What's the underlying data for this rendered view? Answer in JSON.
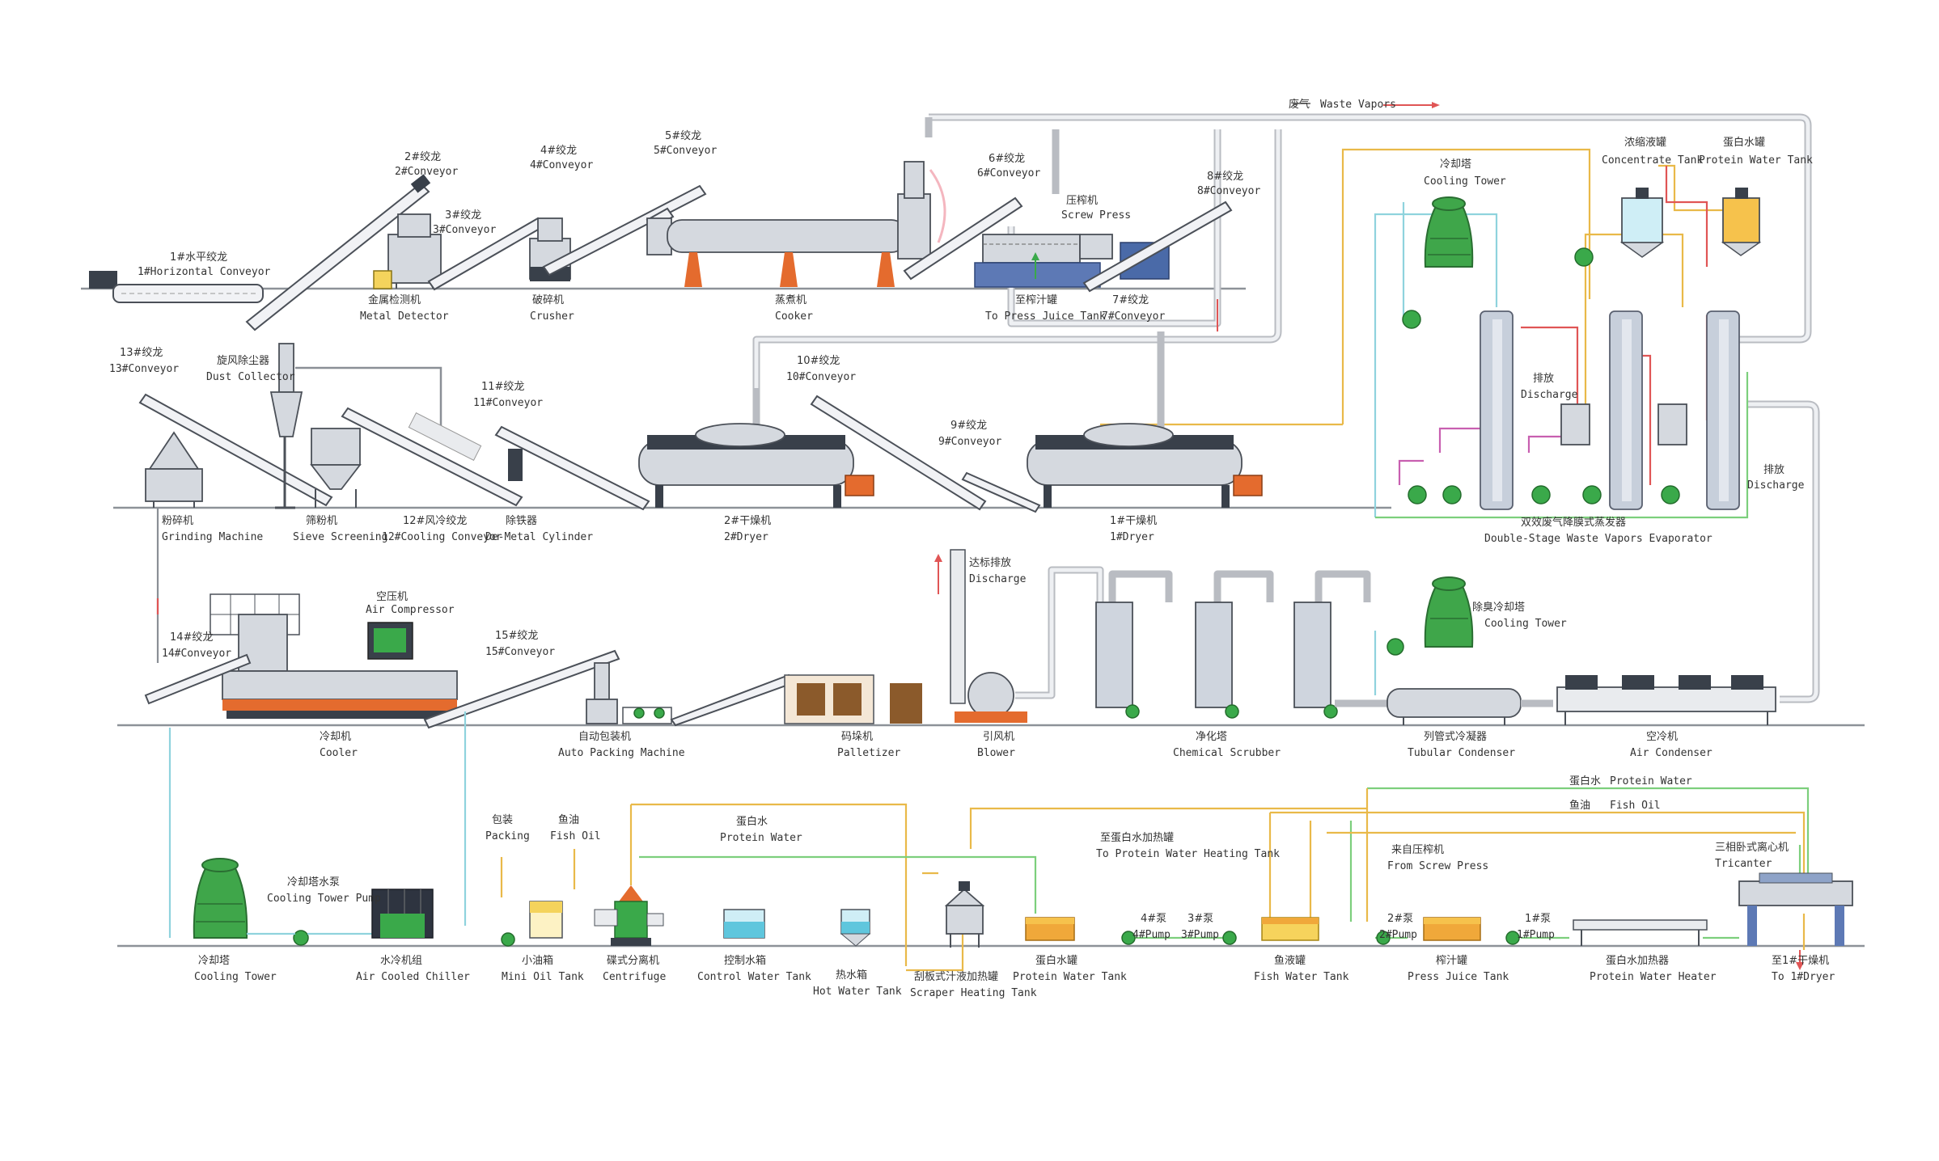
{
  "header": {
    "waste_vapors_cn": "废气",
    "waste_vapors_en": "Waste Vapors"
  },
  "row1": {
    "horizontal_conveyor": {
      "cn": "1#水平绞龙",
      "en": "1#Horizontal Conveyor"
    },
    "conveyor2": {
      "cn": "2#绞龙",
      "en": "2#Conveyor"
    },
    "conveyor3": {
      "cn": "3#绞龙",
      "en": "3#Conveyor"
    },
    "conveyor4": {
      "cn": "4#绞龙",
      "en": "4#Conveyor"
    },
    "conveyor5": {
      "cn": "5#绞龙",
      "en": "5#Conveyor"
    },
    "conveyor6": {
      "cn": "6#绞龙",
      "en": "6#Conveyor"
    },
    "screw_press": {
      "cn": "压榨机",
      "en": "Screw Press"
    },
    "conveyor8": {
      "cn": "8#绞龙",
      "en": "8#Conveyor"
    },
    "metal_detector": {
      "cn": "金属检测机",
      "en": "Metal Detector"
    },
    "crusher": {
      "cn": "破碎机",
      "en": "Crusher"
    },
    "cooker": {
      "cn": "蒸煮机",
      "en": "Cooker"
    },
    "to_press_juice_tank": {
      "cn": "至榨汁罐",
      "en": "To Press Juice Tank"
    },
    "conveyor7": {
      "cn": "7#绞龙",
      "en": "7#Conveyor"
    }
  },
  "evaporator": {
    "cooling_tower": {
      "cn": "冷却塔",
      "en": "Cooling Tower"
    },
    "concentrate_tank": {
      "cn": "浓缩液罐",
      "en": "Concentrate Tank"
    },
    "protein_water_tank": {
      "cn": "蛋白水罐",
      "en": "Protein Water Tank"
    },
    "discharge1": {
      "cn": "排放",
      "en": "Discharge"
    },
    "discharge2": {
      "cn": "排放",
      "en": "Discharge"
    },
    "evaporator": {
      "cn": "双效废气降膜式蒸发器",
      "en": "Double-Stage Waste Vapors Evaporator"
    }
  },
  "row2": {
    "conveyor13": {
      "cn": "13#绞龙",
      "en": "13#Conveyor"
    },
    "dust_collector": {
      "cn": "旋风除尘器",
      "en": "Dust Collector"
    },
    "conveyor11": {
      "cn": "11#绞龙",
      "en": "11#Conveyor"
    },
    "conveyor10": {
      "cn": "10#绞龙",
      "en": "10#Conveyor"
    },
    "conveyor9": {
      "cn": "9#绞龙",
      "en": "9#Conveyor"
    },
    "grinding_machine": {
      "cn": "粉碎机",
      "en": "Grinding Machine"
    },
    "sieve_screening": {
      "cn": "筛粉机",
      "en": "Sieve Screening"
    },
    "cooling_conveyor12": {
      "cn": "12#风冷绞龙",
      "en": "12#Cooling Conveyor"
    },
    "demetal_cylinder": {
      "cn": "除铁器",
      "en": "De-Metal Cylinder"
    },
    "dryer2": {
      "cn": "2#干燥机",
      "en": "2#Dryer"
    },
    "dryer1": {
      "cn": "1#干燥机",
      "en": "1#Dryer"
    }
  },
  "row3": {
    "conveyor14": {
      "cn": "14#绞龙",
      "en": "14#Conveyor"
    },
    "air_compressor": {
      "cn": "空压机",
      "en": "Air Compressor"
    },
    "conveyor15": {
      "cn": "15#绞龙",
      "en": "15#Conveyor"
    },
    "discharge": {
      "cn": "达标排放",
      "en": "Discharge"
    },
    "cooling_tower": {
      "cn": "除臭冷却塔",
      "en": "Cooling Tower"
    },
    "cooler": {
      "cn": "冷却机",
      "en": "Cooler"
    },
    "auto_packing": {
      "cn": "自动包装机",
      "en": "Auto Packing Machine"
    },
    "palletizer": {
      "cn": "码垛机",
      "en": "Palletizer"
    },
    "blower": {
      "cn": "引风机",
      "en": "Blower"
    },
    "chemical_scrubber": {
      "cn": "净化塔",
      "en": "Chemical Scrubber"
    },
    "tubular_condenser": {
      "cn": "列管式冷凝器",
      "en": "Tubular Condenser"
    },
    "air_condenser": {
      "cn": "空冷机",
      "en": "Air Condenser"
    }
  },
  "row4": {
    "protein_water_top": {
      "cn": "蛋白水",
      "en": "Protein Water"
    },
    "fish_oil_top": {
      "cn": "鱼油",
      "en": "Fish Oil"
    },
    "packing": {
      "cn": "包装",
      "en": "Packing"
    },
    "fish_oil": {
      "cn": "鱼油",
      "en": "Fish Oil"
    },
    "protein_water": {
      "cn": "蛋白水",
      "en": "Protein Water"
    },
    "to_protein_water_heating_tank": {
      "cn": "至蛋白水加热罐",
      "en": "To Protein Water Heating Tank"
    },
    "from_screw_press": {
      "cn": "来自压榨机",
      "en": "From Screw Press"
    },
    "tricanter": {
      "cn": "三相卧式离心机",
      "en": "Tricanter"
    },
    "cooling_tower_pump": {
      "cn": "冷却塔水泵",
      "en": "Cooling Tower Pump"
    },
    "pump4": {
      "cn": "4#泵",
      "en": "4#Pump"
    },
    "pump3": {
      "cn": "3#泵",
      "en": "3#Pump"
    },
    "pump2": {
      "cn": "2#泵",
      "en": "2#Pump"
    },
    "pump1": {
      "cn": "1#泵",
      "en": "1#Pump"
    },
    "cooling_tower": {
      "cn": "冷却塔",
      "en": "Cooling Tower"
    },
    "air_cooled_chiller": {
      "cn": "水冷机组",
      "en": "Air Cooled Chiller"
    },
    "mini_oil_tank": {
      "cn": "小油箱",
      "en": "Mini Oil Tank"
    },
    "centrifuge": {
      "cn": "碟式分离机",
      "en": "Centrifuge"
    },
    "control_water_tank": {
      "cn": "控制水箱",
      "en": "Control Water Tank"
    },
    "hot_water_tank": {
      "cn": "热水箱",
      "en": "Hot Water Tank"
    },
    "scraper_heating_tank": {
      "cn": "刮板式汁液加热罐",
      "en": "Scraper Heating Tank"
    },
    "protein_water_tank": {
      "cn": "蛋白水罐",
      "en": "Protein Water Tank"
    },
    "fish_water_tank": {
      "cn": "鱼液罐",
      "en": "Fish Water Tank"
    },
    "press_juice_tank": {
      "cn": "榨汁罐",
      "en": "Press Juice Tank"
    },
    "protein_water_heater": {
      "cn": "蛋白水加热器",
      "en": "Protein Water Heater"
    },
    "to_dryer1": {
      "cn": "至1#干燥机",
      "en": "To 1#Dryer"
    }
  },
  "colors": {
    "pipe": "#b9bcc2",
    "fish_oil_line": "#e9b949",
    "protein_water_line": "#7ccf7c",
    "cooling_water_line": "#8fd3dd",
    "hot_line": "#e05555",
    "equipment_green": "#3fa64a",
    "tank_orange": "#f0a83a"
  }
}
